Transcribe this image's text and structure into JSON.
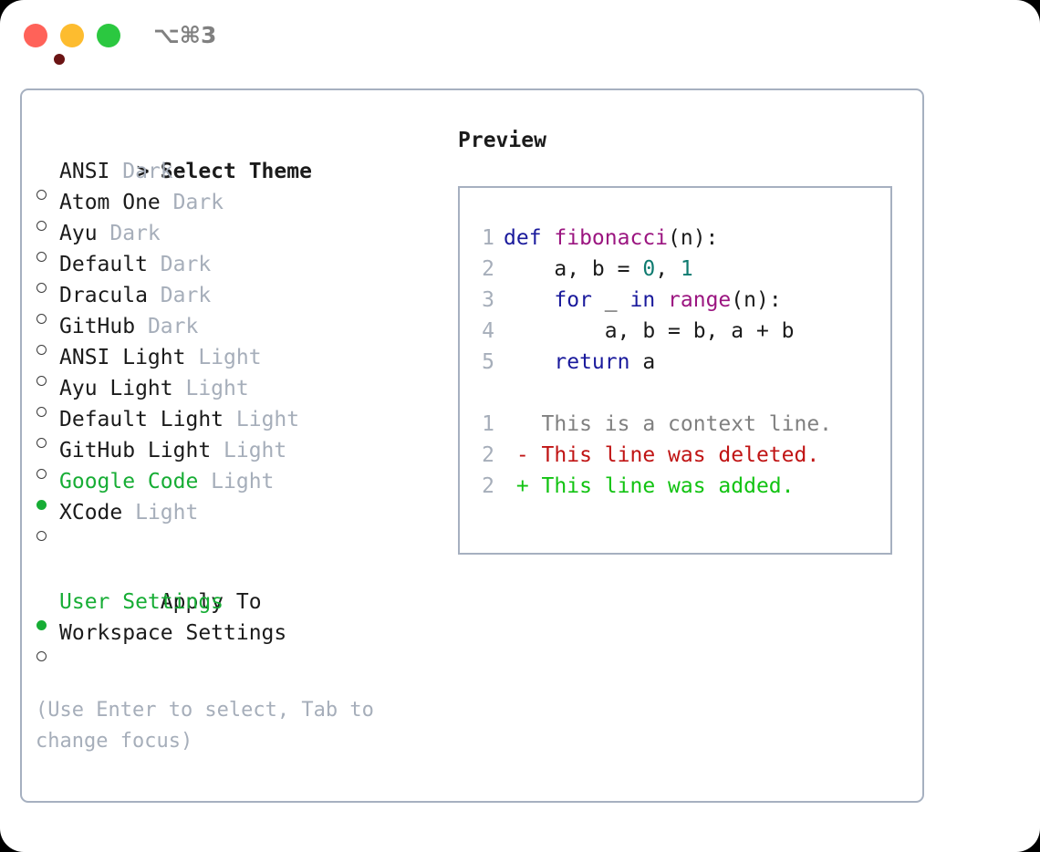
{
  "titlebar": {
    "shortcut": "⌥⌘3",
    "close_label": "close",
    "minimize_label": "minimize",
    "maximize_label": "maximize"
  },
  "theme_picker": {
    "header_prefix": "> ",
    "header": "Select Theme",
    "marker_selected": "●",
    "marker_unselected": "○",
    "items": [
      {
        "name": "ANSI",
        "variant": "Dark",
        "selected": false
      },
      {
        "name": "Atom One",
        "variant": "Dark",
        "selected": false
      },
      {
        "name": "Ayu",
        "variant": "Dark",
        "selected": false
      },
      {
        "name": "Default",
        "variant": "Dark",
        "selected": false
      },
      {
        "name": "Dracula",
        "variant": "Dark",
        "selected": false
      },
      {
        "name": "GitHub",
        "variant": "Dark",
        "selected": false
      },
      {
        "name": "ANSI Light",
        "variant": "Light",
        "selected": false
      },
      {
        "name": "Ayu Light",
        "variant": "Light",
        "selected": false
      },
      {
        "name": "Default Light",
        "variant": "Light",
        "selected": false
      },
      {
        "name": "GitHub Light",
        "variant": "Light",
        "selected": false
      },
      {
        "name": "Google Code",
        "variant": "Light",
        "selected": true
      },
      {
        "name": "XCode",
        "variant": "Light",
        "selected": false
      }
    ]
  },
  "apply_to": {
    "header": "Apply To",
    "items": [
      {
        "name": "User Settings",
        "selected": true
      },
      {
        "name": "Workspace Settings",
        "selected": false
      }
    ]
  },
  "hint": "(Use Enter to select, Tab to change focus)",
  "preview": {
    "title": "Preview",
    "code_lines": [
      {
        "n": "1",
        "tokens": [
          {
            "t": "def ",
            "c": "kw"
          },
          {
            "t": "fibonacci",
            "c": "fn"
          },
          {
            "t": "(n):",
            "c": "txt"
          }
        ]
      },
      {
        "n": "2",
        "tokens": [
          {
            "t": "    a, b = ",
            "c": "txt"
          },
          {
            "t": "0",
            "c": "num"
          },
          {
            "t": ", ",
            "c": "txt"
          },
          {
            "t": "1",
            "c": "num"
          }
        ]
      },
      {
        "n": "3",
        "tokens": [
          {
            "t": "    for ",
            "c": "kw"
          },
          {
            "t": "_ ",
            "c": "txt"
          },
          {
            "t": "in ",
            "c": "kw"
          },
          {
            "t": "range",
            "c": "fn"
          },
          {
            "t": "(n):",
            "c": "txt"
          }
        ]
      },
      {
        "n": "4",
        "tokens": [
          {
            "t": "        a, b = b, a + b",
            "c": "txt"
          }
        ]
      },
      {
        "n": "5",
        "tokens": [
          {
            "t": "    return",
            "c": "kw"
          },
          {
            "t": " a",
            "c": "txt"
          }
        ]
      }
    ],
    "diff_lines": [
      {
        "n": "1",
        "tokens": [
          {
            "t": "   This is a context line.",
            "c": "ctx"
          }
        ]
      },
      {
        "n": "2",
        "tokens": [
          {
            "t": " - This line was deleted.",
            "c": "del"
          }
        ]
      },
      {
        "n": "2",
        "tokens": [
          {
            "t": " + This line was added.",
            "c": "add"
          }
        ]
      }
    ]
  },
  "colors": {
    "accent_green": "#17ad35",
    "border": "#a6b0c0",
    "muted": "#a6aeba",
    "keyword": "#1a1a9c",
    "function": "#9b1580",
    "number": "#0f7b70",
    "diff_deleted": "#c01414",
    "diff_added": "#12c312",
    "diff_context": "#808080"
  }
}
